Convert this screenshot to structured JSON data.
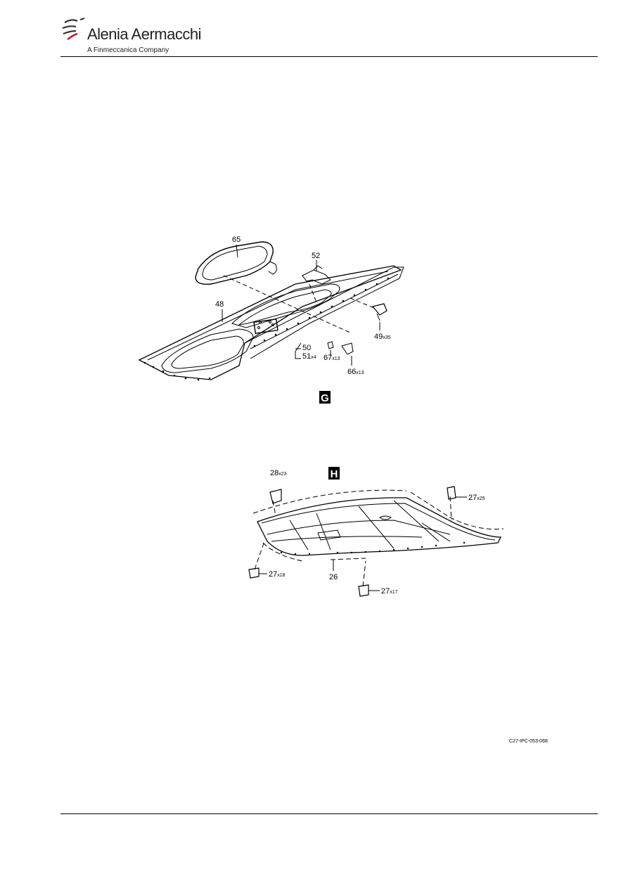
{
  "header": {
    "brand": "Alenia Aermacchi",
    "tagline": "A Finmeccanica Company",
    "logo_icon": "alenia-swirl-logo",
    "accent_color": "#d7161e"
  },
  "view_g": {
    "view_letter": "G",
    "callouts": {
      "c65": {
        "num": "65",
        "qty": ""
      },
      "c52": {
        "num": "52",
        "qty": ""
      },
      "c48": {
        "num": "48",
        "qty": ""
      },
      "c49": {
        "num": "49",
        "qty": "x35"
      },
      "c50": {
        "num": "50",
        "qty": ""
      },
      "c51": {
        "num": "51",
        "qty": "x4"
      },
      "c67": {
        "num": "67",
        "qty": "x13"
      },
      "c66": {
        "num": "66",
        "qty": "x13"
      }
    }
  },
  "view_h": {
    "view_letter": "H",
    "callouts": {
      "c28": {
        "num": "28",
        "qty": "x23"
      },
      "c27a": {
        "num": "27",
        "qty": "x25"
      },
      "c27b": {
        "num": "27",
        "qty": "x18"
      },
      "c26": {
        "num": "26",
        "qty": ""
      },
      "c27c": {
        "num": "27",
        "qty": "x17"
      }
    }
  },
  "figure_id": "C27-IPC-053-068"
}
